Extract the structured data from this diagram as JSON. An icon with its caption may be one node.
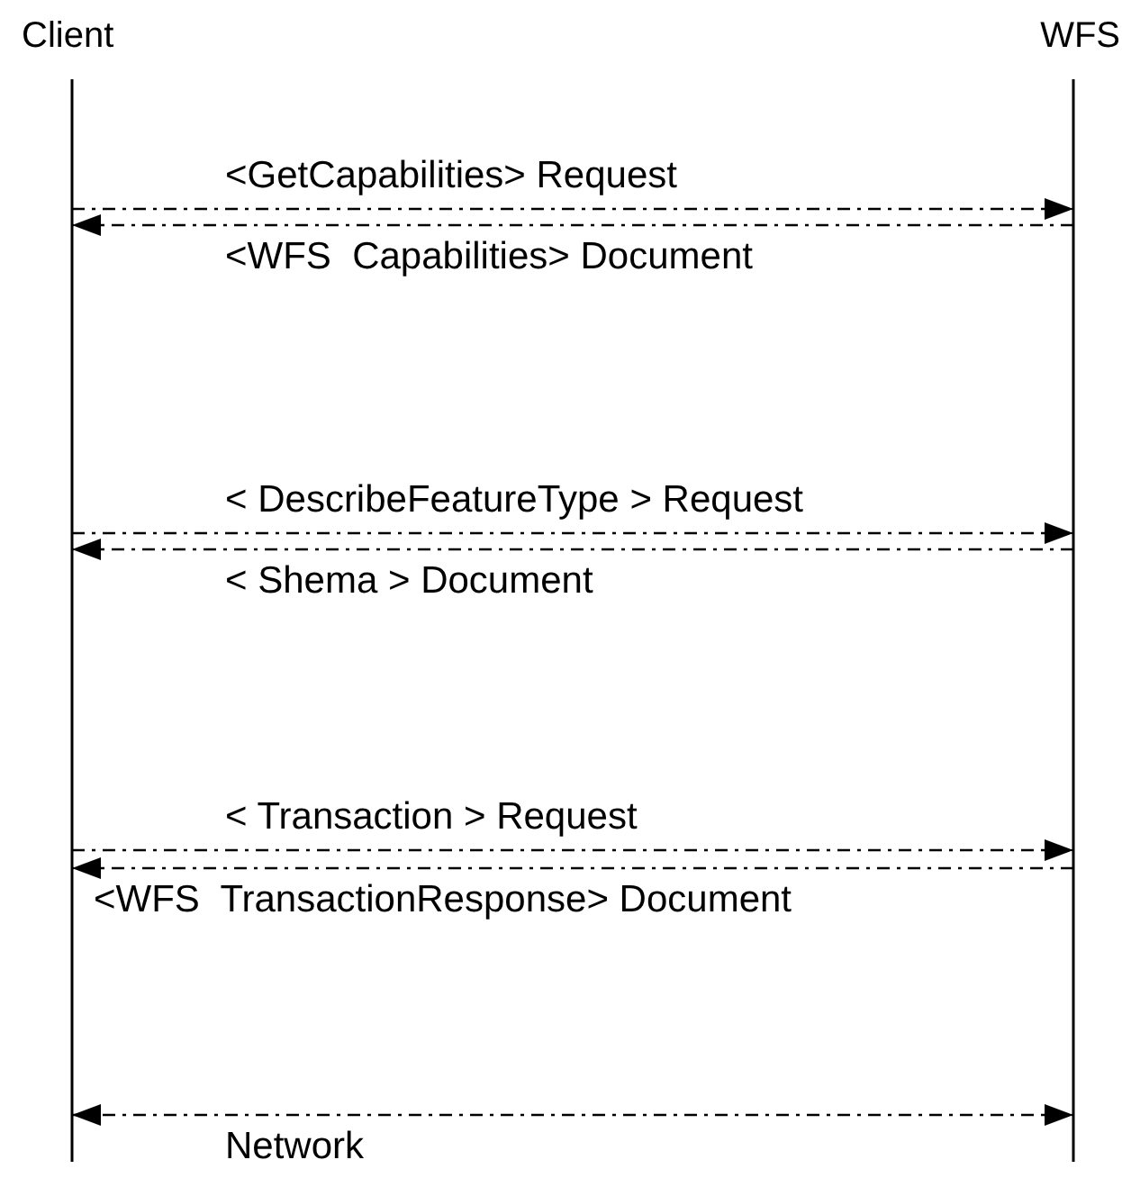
{
  "diagram": {
    "nodes": [
      {
        "text": [
          "Client"
        ]
      },
      {
        "text": [
          "WFS"
        ]
      }
    ],
    "edges": [
      {
        "from": 0,
        "to": 1,
        "arrow": "to",
        "style": "dashed",
        "label": "<GetCapabilities> Request"
      },
      {
        "from": 1,
        "to": 0,
        "arrow": "to",
        "style": "dashed",
        "label": "<WFS  Capabilities> Document"
      },
      {
        "from": 0,
        "to": 1,
        "arrow": "to",
        "style": "dashed",
        "label": "< DescribeFeatureType > Request"
      },
      {
        "from": 1,
        "to": 0,
        "arrow": "to",
        "style": "dashed",
        "label": "< Shema > Document"
      },
      {
        "from": 0,
        "to": 1,
        "arrow": "to",
        "style": "dashed",
        "label": "< Transaction > Request"
      },
      {
        "from": 1,
        "to": 0,
        "arrow": "to",
        "style": "dashed",
        "label": "<WFS  TransactionResponse> Document"
      },
      {
        "from": 0,
        "to": 1,
        "arrow": "both",
        "style": "dashed",
        "label": "Network"
      }
    ]
  }
}
